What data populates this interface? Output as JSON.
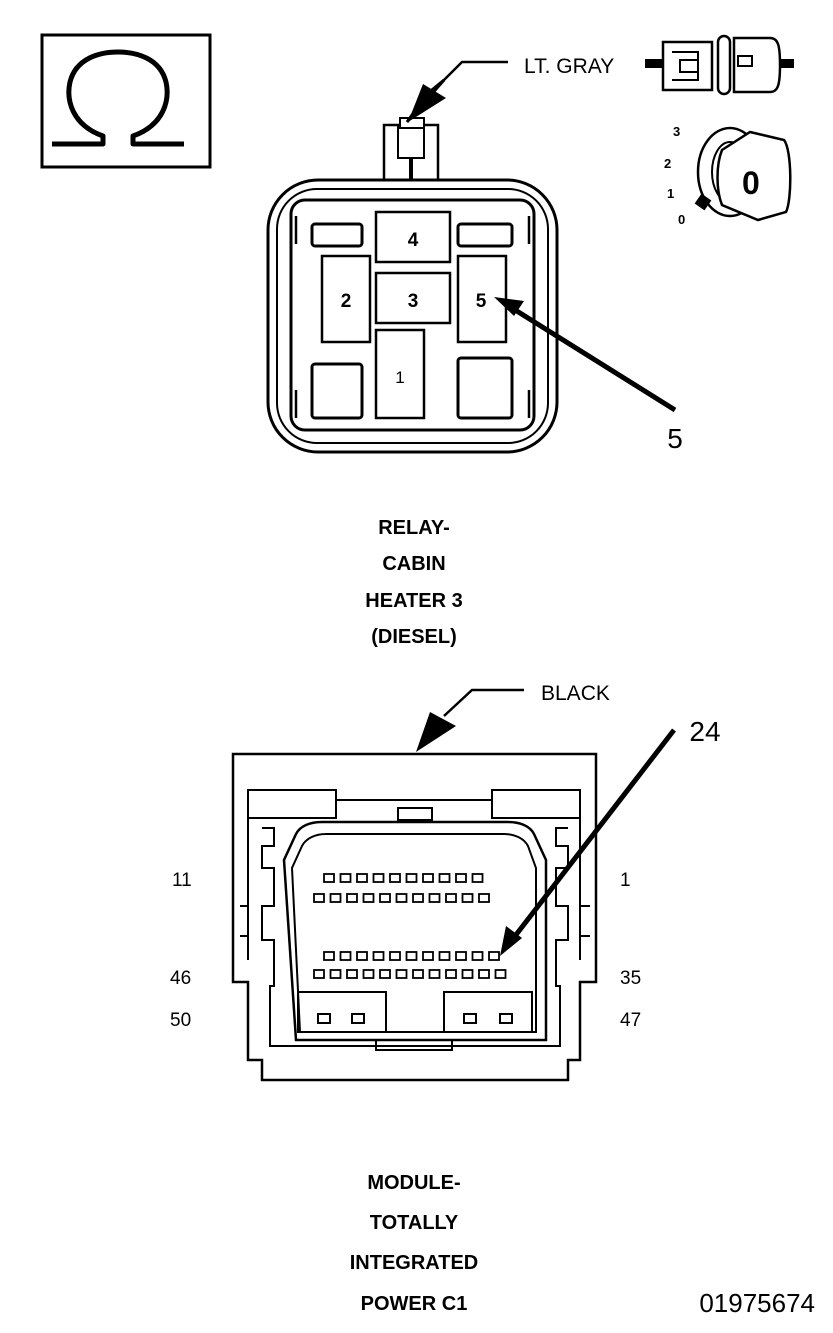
{
  "symbol": {
    "glyph": "Ω",
    "icon": "ohm-icon"
  },
  "ignition_key": {
    "icon": "ignition-key-icon",
    "positions": [
      "3",
      "2",
      "1",
      "0"
    ],
    "key_label": "0"
  },
  "connector_view_icon": "connector-halves-icon",
  "relay": {
    "wire_color": "LT. GRAY",
    "cavities": [
      "4",
      "2",
      "3",
      "5",
      "1"
    ],
    "callout": "5",
    "title_lines": [
      "RELAY-",
      "CABIN",
      "HEATER 3",
      "(DIESEL)"
    ]
  },
  "module": {
    "wire_color": "BLACK",
    "callout": "24",
    "pin_labels": {
      "top_left": "11",
      "top_right": "1",
      "mid_left": "46",
      "mid_right": "35",
      "bottom_left": "50",
      "bottom_right": "47"
    },
    "title_lines": [
      "MODULE-",
      "TOTALLY",
      "INTEGRATED",
      "POWER C1"
    ]
  },
  "figure_id": "01975674"
}
